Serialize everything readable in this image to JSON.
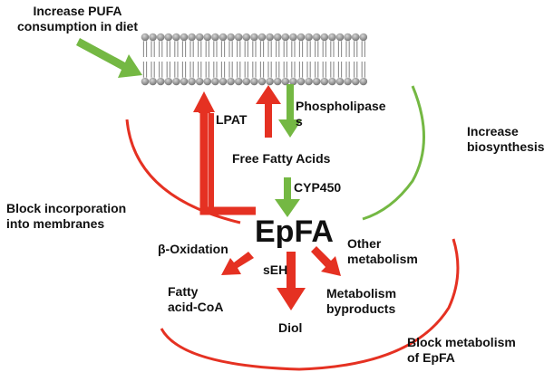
{
  "labels": {
    "increase_pufa": "Increase PUFA\nconsumption in diet",
    "lpat": "LPAT",
    "phospholipases": "Phospholipase\ns",
    "increase_biosynthesis": "Increase\nbiosynthesis",
    "free_fatty_acids": "Free Fatty Acids",
    "cyp450": "CYP450",
    "block_incorporation": "Block incorporation\ninto membranes",
    "epfa": "EpFA",
    "beta_oxidation": "β-Oxidation",
    "other_metabolism": "Other\nmetabolism",
    "seh": "sEH",
    "fatty_acid_coa": "Fatty\nacid-CoA",
    "metabolism_byproducts": "Metabolism\nbyproducts",
    "diol": "Diol",
    "block_metabolism": "Block metabolism\nof EpFA"
  },
  "colors": {
    "red_arrow": "#e53122",
    "green_arrow": "#74b843",
    "membrane_gray": "#8c8c8c"
  }
}
